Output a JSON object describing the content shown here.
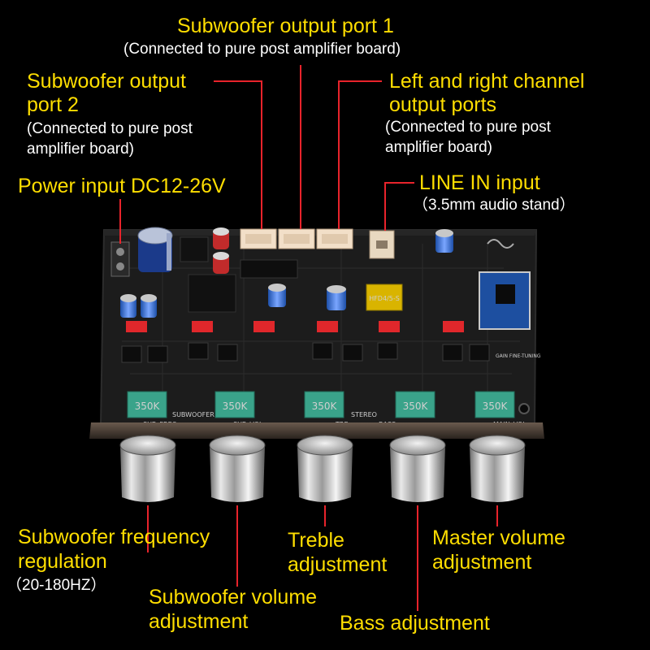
{
  "colors": {
    "label": "#ffde00",
    "note": "#ffffff",
    "pointer": "#e8232b",
    "pcb": "#1c1c1c",
    "potentiometer": "#3aa38a"
  },
  "annotations": {
    "sub_out_1": {
      "title": "Subwoofer output port 1",
      "note": "(Connected to pure post amplifier board)"
    },
    "sub_out_2": {
      "title_line1": "Subwoofer output",
      "title_line2": "port 2",
      "note_line1": "(Connected to pure post",
      "note_line2": "amplifier board)"
    },
    "lr_out": {
      "title_line1": "Left and right channel",
      "title_line2": "output ports",
      "note_line1": "(Connected to pure post",
      "note_line2": "amplifier board)"
    },
    "power": {
      "title": "Power input DC12-26V"
    },
    "line_in": {
      "title": "LINE IN input",
      "note": "（3.5mm audio stand）"
    },
    "sub_freq": {
      "title_line1": "Subwoofer frequency",
      "title_line2": "regulation",
      "note": "（20-180HZ）"
    },
    "sub_vol": {
      "title_line1": "Subwoofer volume",
      "title_line2": "adjustment"
    },
    "treble": {
      "title_line1": "Treble",
      "title_line2": "adjustment"
    },
    "bass": {
      "title": "Bass adjustment"
    },
    "master": {
      "title_line1": "Master volume",
      "title_line2": "adjustment"
    }
  },
  "board": {
    "pot_marking": "350K",
    "silkscreen": {
      "subwoofer": "SUBWOOFER",
      "stereo": "STEREO",
      "sub_freq": "SUB_FREQ",
      "sub_vol": "SUB_VOL",
      "treble": "TRE",
      "bass": "BASS",
      "main_vol": "MAIN_VOL",
      "gain_tuning": "GAIN FINE-TUNING",
      "relay": "HFD4/5-S"
    }
  }
}
